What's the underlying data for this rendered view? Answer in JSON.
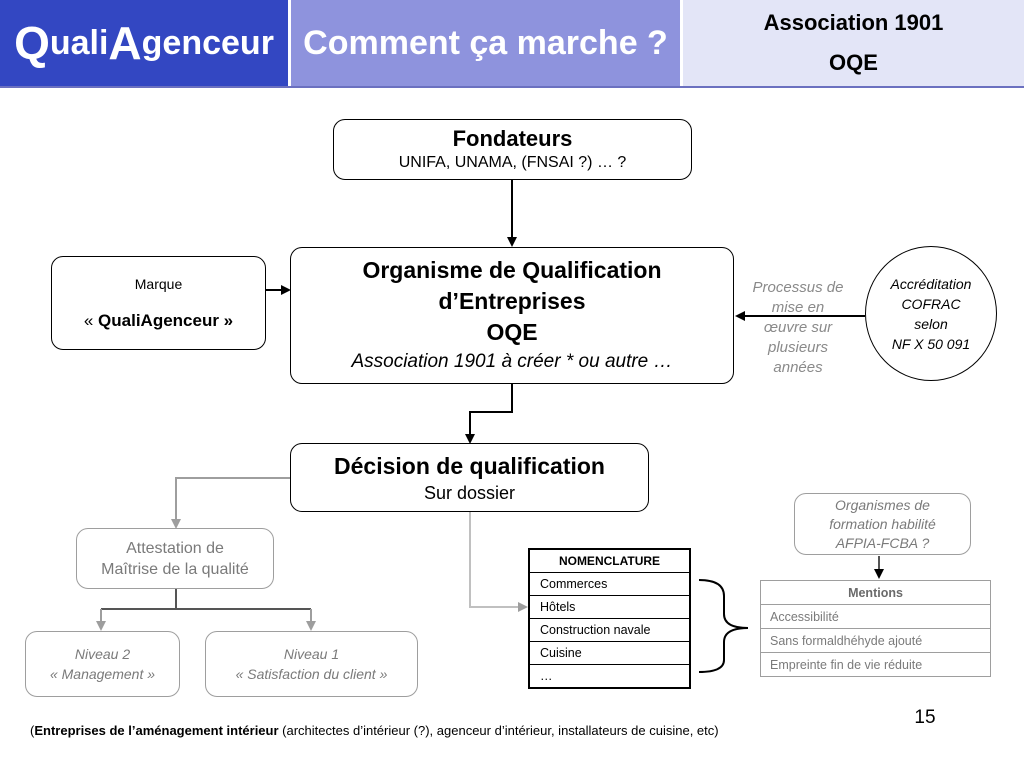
{
  "header": {
    "logo": {
      "q": "Q",
      "uali": "uali",
      "a": "A",
      "genceur": "genceur"
    },
    "title": "Comment ça marche ?",
    "right_line1": "Association 1901",
    "right_line2": "OQE"
  },
  "fondateurs": {
    "title": "Fondateurs",
    "subtitle": "UNIFA, UNAMA, (FNSAI ?) … ?"
  },
  "marque": {
    "label": "Marque",
    "name_prefix": "« ",
    "name": "QualiAgenceur",
    "name_suffix": " »"
  },
  "oqe": {
    "line1": "Organisme de Qualification",
    "line2": "d’Entreprises",
    "line3": "OQE",
    "line4": "Association 1901 à créer * ou autre …"
  },
  "processus": {
    "line1": "Processus de",
    "line2": "mise en",
    "line3": "œuvre sur",
    "line4": "plusieurs",
    "line5": "années"
  },
  "accreditation": {
    "line1": "Accréditation",
    "line2": "COFRAC",
    "line3": "selon",
    "line4": "NF X 50 091"
  },
  "decision": {
    "title": "Décision de qualification",
    "subtitle": "Sur dossier"
  },
  "attestation": {
    "line1": "Attestation de",
    "line2": "Maîtrise de la qualité"
  },
  "niveau2": {
    "line1": "Niveau 2",
    "line2": "« Management »"
  },
  "niveau1": {
    "line1": "Niveau 1",
    "line2": "« Satisfaction du client »"
  },
  "organismes": {
    "line1": "Organismes de",
    "line2": "formation habilité",
    "line3": "AFPIA-FCBA ?"
  },
  "nomenclature": {
    "header": "NOMENCLATURE",
    "rows": [
      "Commerces",
      "Hôtels",
      "Construction navale",
      "Cuisine",
      "…"
    ]
  },
  "mentions": {
    "header": "Mentions",
    "rows": [
      "Accessibilité",
      "Sans formaldhéhyde ajouté",
      "Empreinte fin de vie réduite"
    ]
  },
  "page_number": "15",
  "footer": {
    "open": "(",
    "bold": "Entreprises de l’aménagement intérieur",
    "rest": " (architectes d’intérieur (?), agenceur d’intérieur, installateurs de cuisine, etc)"
  },
  "colors": {
    "logo_bg": "#3347c2",
    "title_bg": "#8e93dd",
    "right_bg": "#e3e5f7",
    "grey": "#9e9e9e"
  }
}
